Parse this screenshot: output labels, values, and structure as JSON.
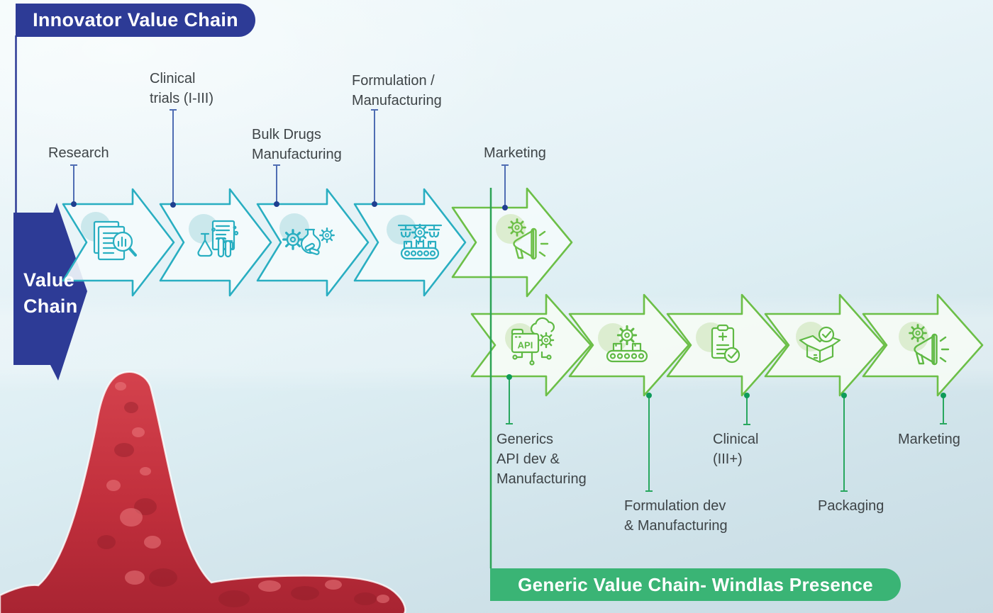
{
  "badges": {
    "innovator": "Innovator Value Chain",
    "generic": "Generic Value Chain- Windlas Presence"
  },
  "flag": {
    "line1": "Value",
    "line2": "Chain"
  },
  "innovator_stages": [
    {
      "lines": [
        "Research"
      ],
      "icon": "research-documents-magnifier-icon"
    },
    {
      "lines": [
        "Clinical",
        "trials (I-III)"
      ],
      "icon": "clinical-flask-testtubes-icon"
    },
    {
      "lines": [
        "Bulk Drugs",
        "Manufacturing"
      ],
      "icon": "gears-flask-pills-icon"
    },
    {
      "lines": [
        "Formulation /",
        "Manufacturing"
      ],
      "icon": "assembly-line-icon"
    },
    {
      "lines": [
        "Marketing"
      ],
      "icon": "megaphone-gear-icon"
    }
  ],
  "generic_stages": [
    {
      "lines": [
        "Generics",
        "API dev &",
        "Manufacturing"
      ],
      "icon": "api-folder-cloud-icon"
    },
    {
      "lines": [
        "Formulation dev",
        "& Manufacturing"
      ],
      "icon": "conveyor-gear-icon"
    },
    {
      "lines": [
        "Clinical",
        "(III+)"
      ],
      "icon": "clipboard-check-icon"
    },
    {
      "lines": [
        "Packaging"
      ],
      "icon": "open-box-check-icon"
    },
    {
      "lines": [
        "Marketing"
      ],
      "icon": "megaphone-gear-icon"
    }
  ],
  "icons": {
    "api_label": "API"
  },
  "colors": {
    "innovator_blue": "#2d3b96",
    "teal": "#29aec1",
    "green": "#6cbf47",
    "emerald_line": "#2ca355",
    "badge_green": "#3ab475",
    "connector_blue": "#4f6db3",
    "connector_blue_dot": "#1f3f90",
    "connector_green_dot": "#0e9b59",
    "label_text": "#3e4447"
  }
}
